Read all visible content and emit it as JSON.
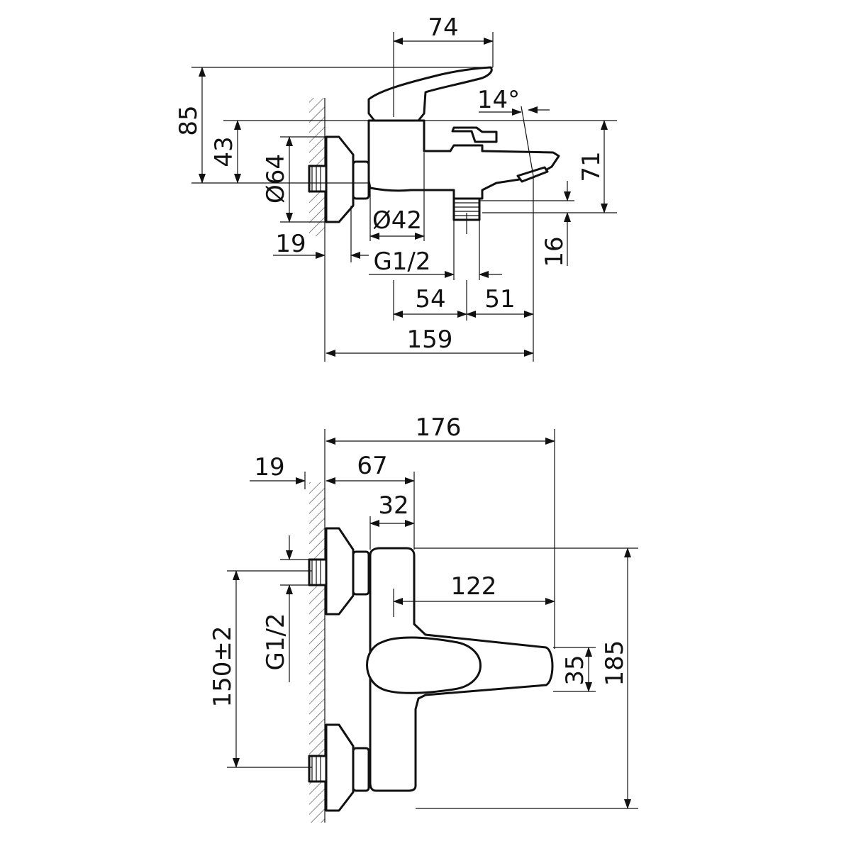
{
  "side_view": {
    "dim_width_lever": "74",
    "dim_height_total": "85",
    "dim_height_axis": "43",
    "dim_flange_dia": "Ø64",
    "dim_body_dia": "Ø42",
    "dim_wall_thread": "19",
    "dim_thread_label": "G1/2",
    "dim_angle": "14°",
    "dim_spout_height": "71",
    "dim_outlet_height": "16",
    "dim_outlet_offset": "54",
    "dim_spout_offset": "51",
    "dim_total_depth": "159"
  },
  "front_view": {
    "dim_total_width": "176",
    "dim_wall_thread": "19",
    "dim_body_offset": "67",
    "dim_body_width": "32",
    "dim_lever_length": "122",
    "dim_lever_height": "35",
    "dim_total_height": "185",
    "dim_centers": "150±2",
    "dim_thread_label": "G1/2"
  },
  "colors": {
    "line": "#111111",
    "background": "#ffffff"
  }
}
